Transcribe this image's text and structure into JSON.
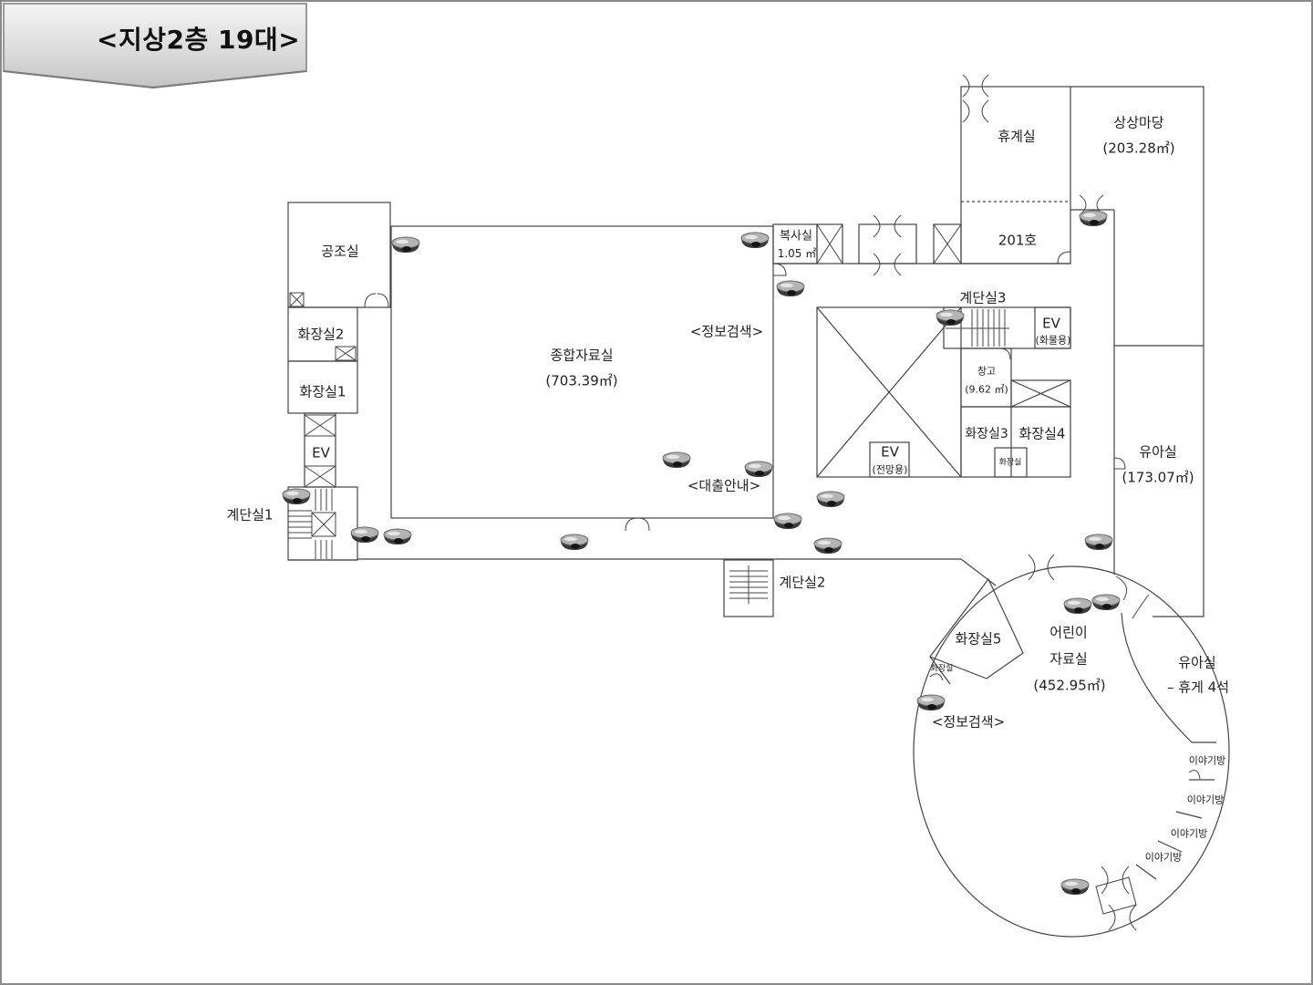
{
  "title": "<지상2층 19대>",
  "colors": {
    "wall": "#444444",
    "camera_body": "#9a9a9a",
    "camera_dome": "#3a3a3a",
    "banner": "#e2e2e2"
  },
  "camera_icon": "dome-cctv-camera-icon",
  "camera_count": 19,
  "labels": {
    "aircon_room": "공조실",
    "restroom2": "화장실2",
    "restroom1": "화장실1",
    "ev_left": "EV",
    "stair1": "계단실1",
    "main_reading_room": "종합자료실",
    "main_reading_area": "(703.39㎡)",
    "info_search_main": "<정보검색>",
    "loan_desk": "<대출안내>",
    "copy_room": "복사실",
    "copy_room_area": "1.05 ㎡",
    "lounge": "휴계실",
    "room201": "201호",
    "imagination_yard": "상상마당",
    "imagination_yard_area": "(203.28㎡)",
    "stair3": "계단실3",
    "ev_freight": "EV",
    "ev_freight_sub": "(화물용)",
    "storage": "창고",
    "storage_area": "(9.62 ㎡)",
    "restroom3": "화장실3",
    "restroom4": "화장실4",
    "restroom_small_a": "화장실",
    "ev_view": "EV",
    "ev_view_sub": "(전망용)",
    "infant_room": "유아실",
    "infant_room_area": "(173.07㎡)",
    "stair2": "계단실2",
    "restroom5": "화장실5",
    "restroom_small_b": "화장실",
    "children_room_line1": "어린이",
    "children_room_line2": "자료실",
    "children_room_area": "(452.95㎡)",
    "info_search_children": "<정보검색>",
    "infant_lounge_line1": "유아실",
    "infant_lounge_line2": "– 휴게 4석",
    "story_room_1": "이야기방",
    "story_room_2": "이야기방",
    "story_room_3": "이야기방",
    "story_room_4": "이야기방"
  }
}
